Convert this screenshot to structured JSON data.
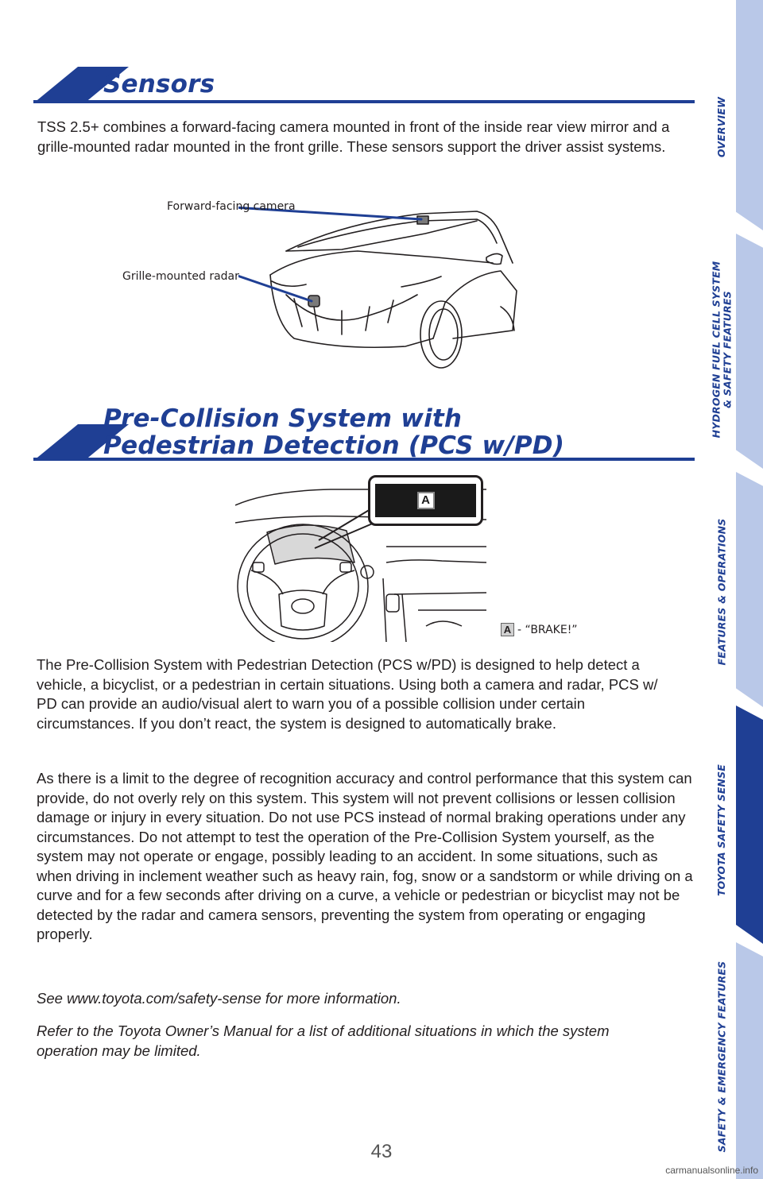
{
  "sections": {
    "sensors": {
      "title": "Sensors",
      "body": "TSS 2.5+ combines a forward-facing camera mounted in front of the inside rear view mirror and a grille-mounted radar mounted in the front grille. These sensors support the driver assist systems.",
      "callouts": {
        "camera": "Forward-facing camera",
        "radar": "Grille-mounted radar"
      }
    },
    "pcs": {
      "title_line1": "Pre-Collision System with",
      "title_line2": "Pedestrian Detection (PCS w/PD)",
      "display_marker": "A",
      "legend_marker": "A",
      "legend_text": "- “BRAKE!”",
      "paragraphs": [
        "The Pre-Collision System with Pedestrian Detection (PCS w/PD) is designed to help detect a vehicle, a bicyclist, or a pedestrian in certain situations. Using both a camera and radar, PCS w/ PD can provide an audio/visual alert to warn you of a possible collision under certain circumstances. If you don’t react, the system is designed to automatically brake.",
        "As there is a limit to the degree of recognition accuracy and control performance that this system can provide, do not overly rely on this system. This system will not prevent collisions or lessen collision damage or injury in every situation. Do not use PCS instead of normal braking operations under any circumstances. Do not attempt to test the operation of the Pre-Collision System yourself, as the system may not operate or engage, possibly leading to an accident. In some situations, such as when driving in inclement weather such as heavy rain, fog, snow or a sandstorm or while driving on a curve and for a few seconds after driving on a curve, a vehicle or pedestrian or bicyclist may not be detected by the radar and camera sensors, preventing the system from operating or engaging properly."
      ],
      "italic_notes": [
        "See www.toyota.com/safety-sense for more information.",
        "Refer to the Toyota Owner’s Manual for a list of additional situations in which the system operation may be limited."
      ]
    }
  },
  "side_tabs": [
    {
      "label": "OVERVIEW",
      "active": false
    },
    {
      "label": "HYDROGEN FUEL CELL SYSTEM\n& SAFETY FEATURES",
      "active": false
    },
    {
      "label": "FEATURES & OPERATIONS",
      "active": false
    },
    {
      "label": "TOYOTA SAFETY SENSE",
      "active": true
    },
    {
      "label": "SAFETY & EMERGENCY FEATURES",
      "active": false
    }
  ],
  "page_number": "43",
  "watermark": "carmanualsonline.info",
  "colors": {
    "brand_blue": "#1f3f94",
    "tab_light": "#b9c8e8",
    "body_text": "#231f20"
  }
}
